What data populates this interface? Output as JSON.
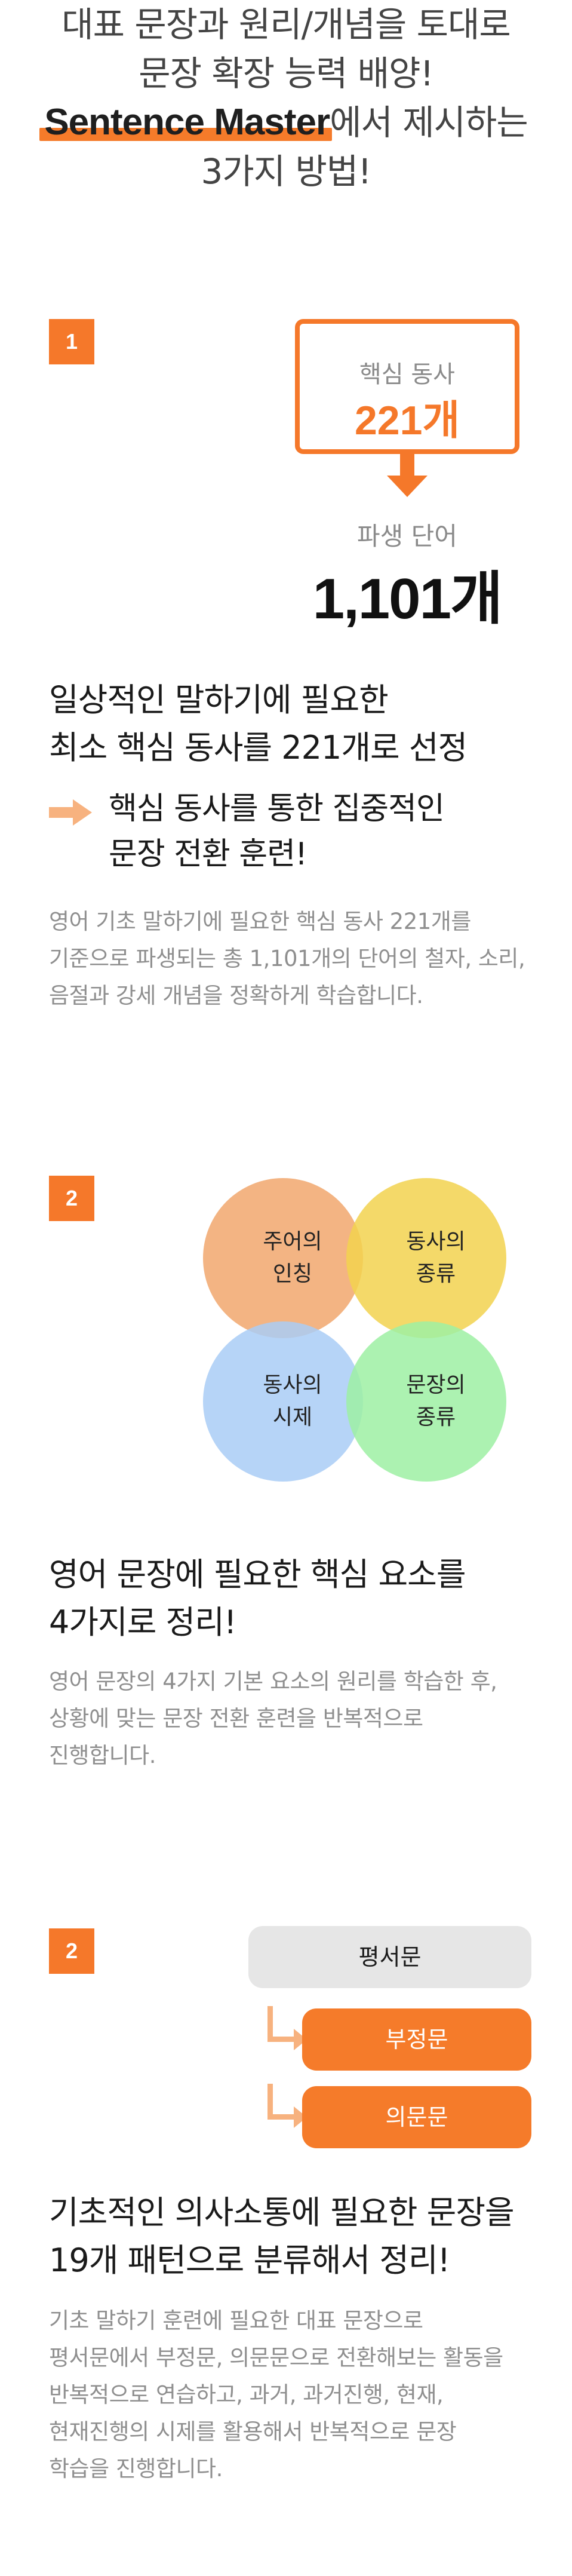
{
  "intro": {
    "line1": "대표 문장과 원리/개념을 토대로",
    "line2": "문장 확장 능력 배양!",
    "brand": "Sentence Master",
    "line3_suffix": "에서 제시하는",
    "line4": "3가지 방법!"
  },
  "section1": {
    "badge": "1",
    "core_label": "핵심 동사",
    "core_count": "221개",
    "derived_label": "파생 단어",
    "derived_count": "1,101개",
    "heading_line1": "일상적인 말하기에 필요한",
    "heading_line2": "최소 핵심 동사를 221개로 선정",
    "bullet_line1": "핵심 동사를 통한 집중적인",
    "bullet_line2": "문장 전환 훈련!",
    "desc_line1": "영어 기초 말하기에 필요한 핵심 동사 221개를",
    "desc_line2": "기준으로 파생되는 총 1,101개의 단어의 철자, 소리,",
    "desc_line3": "음절과 강세 개념을 정확하게 학습합니다.",
    "colors": {
      "accent": "#f5782a",
      "arrow": "#f7b27f"
    }
  },
  "section2": {
    "badge": "2",
    "venn": [
      {
        "line1": "주어의",
        "line2": "인칭",
        "color": "#f3b483"
      },
      {
        "line1": "동사의",
        "line2": "종류",
        "color": "#f2d24f"
      },
      {
        "line1": "동사의",
        "line2": "시제",
        "color": "#a9cdf6"
      },
      {
        "line1": "문장의",
        "line2": "종류",
        "color": "#9ef0a3"
      }
    ],
    "heading_line1": "영어 문장에 필요한 핵심 요소를",
    "heading_line2": "4가지로 정리!",
    "desc_line1": "영어 문장의 4가지 기본 요소의 원리를 학습한 후,",
    "desc_line2": "상황에 맞는 문장 전환 훈련을 반복적으로",
    "desc_line3": "진행합니다."
  },
  "section3": {
    "badge": "2",
    "pill_statement": "평서문",
    "pill_negative": "부정문",
    "pill_question": "의문문",
    "heading_line1": "기초적인 의사소통에 필요한 문장을",
    "heading_line2": "19개 패턴으로 분류해서 정리!",
    "desc_line1": "기초 말하기 훈련에 필요한 대표 문장으로",
    "desc_line2": "평서문에서 부정문, 의문문으로 전환해보는 활동을",
    "desc_line3": "반복적으로 연습하고, 과거, 과거진행, 현재,",
    "desc_line4": "현재진행의 시제를 활용해서 반복적으로 문장",
    "desc_line5": "학습을 진행합니다."
  }
}
